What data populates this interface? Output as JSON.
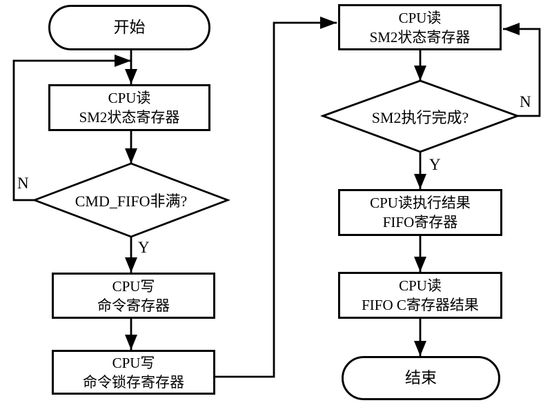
{
  "nodes": {
    "start": {
      "label": "开始"
    },
    "read_status_left": {
      "line1": "CPU读",
      "line2": "SM2状态寄存器"
    },
    "cmd_fifo_not_full": {
      "label": "CMD_FIFO非满?"
    },
    "write_cmd_reg": {
      "line1": "CPU写",
      "line2": "命令寄存器"
    },
    "write_cmd_latch_reg": {
      "line1": "CPU写",
      "line2": "命令锁存寄存器"
    },
    "read_status_right": {
      "line1": "CPU读",
      "line2": "SM2状态寄存器"
    },
    "sm2_exec_done": {
      "label": "SM2执行完成?"
    },
    "read_result_fifo": {
      "line1": "CPU读执行结果",
      "line2": "FIFO寄存器"
    },
    "read_fifo_c": {
      "line1": "CPU读",
      "line2": "FIFO C寄存器结果"
    },
    "end": {
      "label": "结束"
    }
  },
  "edge_labels": {
    "cmd_fifo_n": "N",
    "cmd_fifo_y": "Y",
    "sm2_done_n": "N",
    "sm2_done_y": "Y"
  },
  "colors": {
    "line": "#000000",
    "background": "#ffffff"
  }
}
